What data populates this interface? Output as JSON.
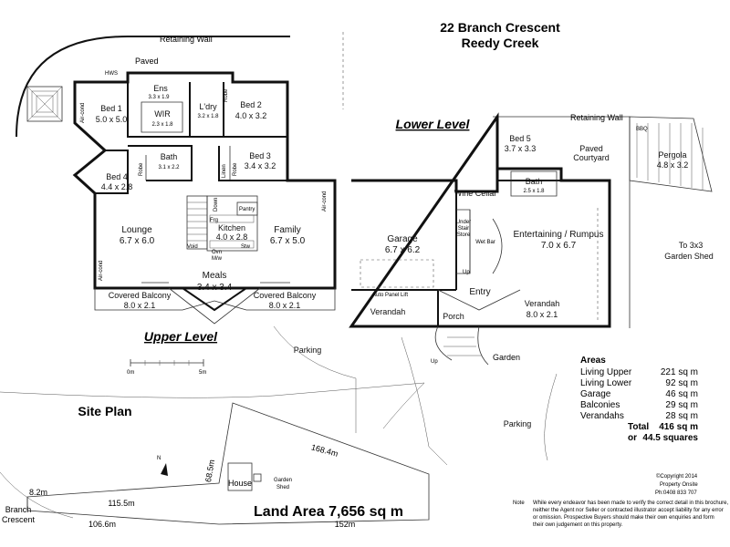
{
  "title": {
    "line1": "22 Branch Crescent",
    "line2": "Reedy Creek"
  },
  "levels": {
    "upper": "Upper Level",
    "lower": "Lower Level"
  },
  "site": {
    "title": "Site Plan",
    "land_area": "Land Area  7,656 sq m",
    "street_1": "Branch",
    "street_2": "Crescent",
    "dims": [
      "8.2m",
      "115.5m",
      "106.6m",
      "168.4m",
      "68.5m",
      "152m"
    ],
    "house": "House",
    "garden_shed_1": "Garden",
    "garden_shed_2": "Shed",
    "north": "N"
  },
  "scale": {
    "zero": "0m",
    "five": "5m"
  },
  "upper_rooms": {
    "retaining_wall": "Retaining Wall",
    "paved": "Paved",
    "hws": "HWS",
    "ens": "Ens",
    "ens_dim": "3.3 x 1.9",
    "wir": "WIR",
    "wir_dim": "2.3 x 1.8",
    "bed1": "Bed 1",
    "bed1_dim": "5.0 x 5.0",
    "ldry": "L'dry",
    "ldry_dim": "3.2 x 1.8",
    "robe": "Robe",
    "bed2": "Bed 2",
    "bed2_dim": "4.0 x 3.2",
    "bath": "Bath",
    "bath_dim": "3.1 x 2.2",
    "linen": "Linen",
    "robe2": "Robe",
    "bed3": "Bed 3",
    "bed3_dim": "3.4 x 3.2",
    "robe3": "Robe",
    "bed4": "Bed 4",
    "bed4_dim": "4.4 x 2.8",
    "aircond1": "Air-cond",
    "aircond2": "Air-cond",
    "aircond3": "Air-cond",
    "pantry": "Pantry",
    "down": "Down",
    "frg": "Frg",
    "kitchen": "Kitchen",
    "kitchen_dim": "4.0 x 2.8",
    "stw": "Stw",
    "void": "Void",
    "ovn": "Ovn",
    "mw": "M/w",
    "lounge": "Lounge",
    "lounge_dim": "6.7 x 6.0",
    "family": "Family",
    "family_dim": "6.7 x 5.0",
    "meals": "Meals",
    "meals_dim": "3.4 x 3.4",
    "balcony1": "Covered Balcony",
    "balcony1_dim": "8.0 x 2.1",
    "balcony2": "Covered Balcony",
    "balcony2_dim": "8.0 x 2.1"
  },
  "lower_rooms": {
    "retaining_wall": "Retaining Wall",
    "bed5": "Bed 5",
    "bed5_dim": "3.7 x 3.3",
    "paved": "Paved",
    "courtyard": "Courtyard",
    "bbq": "BBQ",
    "pergola": "Pergola",
    "pergola_dim": "4.8 x 3.2",
    "wine": "Wine Cellar",
    "bath": "Bath",
    "bath_dim": "2.5 x 1.8",
    "garage": "Garage",
    "garage_dim": "6.7 x 6.2",
    "under": "Under",
    "stair": "Stair",
    "store": "Store",
    "wetbar": "Wet Bar",
    "rumpus": "Entertaining / Rumpus",
    "rumpus_dim": "7.0 x 6.7",
    "shed": "To 3x3",
    "shed2": "Garden Shed",
    "up": "Up",
    "autopanel": "Auto Panel Lift",
    "entry": "Entry",
    "verandah1": "Verandah",
    "porch": "Porch",
    "verandah2": "Verandah",
    "verandah2_dim": "8.0 x 2.1",
    "up2": "Up",
    "garden": "Garden",
    "parking1": "Parking",
    "parking2": "Parking"
  },
  "areas": {
    "heading": "Areas",
    "rows": [
      {
        "label": "Living Upper",
        "value": "221 sq m"
      },
      {
        "label": "Living Lower",
        "value": "92 sq m"
      },
      {
        "label": "Garage",
        "value": "46 sq m"
      },
      {
        "label": "Balconies",
        "value": "29 sq m"
      },
      {
        "label": "Verandahs",
        "value": "28 sq m"
      }
    ],
    "total_label": "Total",
    "total_value": "416 sq m",
    "or_label": "or",
    "or_value": "44.5 squares"
  },
  "copyright": {
    "line1": "©Copyright 2014",
    "line2": "Property Onsite",
    "line3": "Ph:0408 833 707"
  },
  "note": {
    "label": "Note",
    "lines": [
      "While every endeavor has been made to verify the correct detail in this brochure,",
      "neither the Agent nor Seller or contracted illustrator accept liability for any error",
      "or omission. Prospective Buyers should make their own enquiries and form",
      "their own judgement on this property."
    ]
  }
}
